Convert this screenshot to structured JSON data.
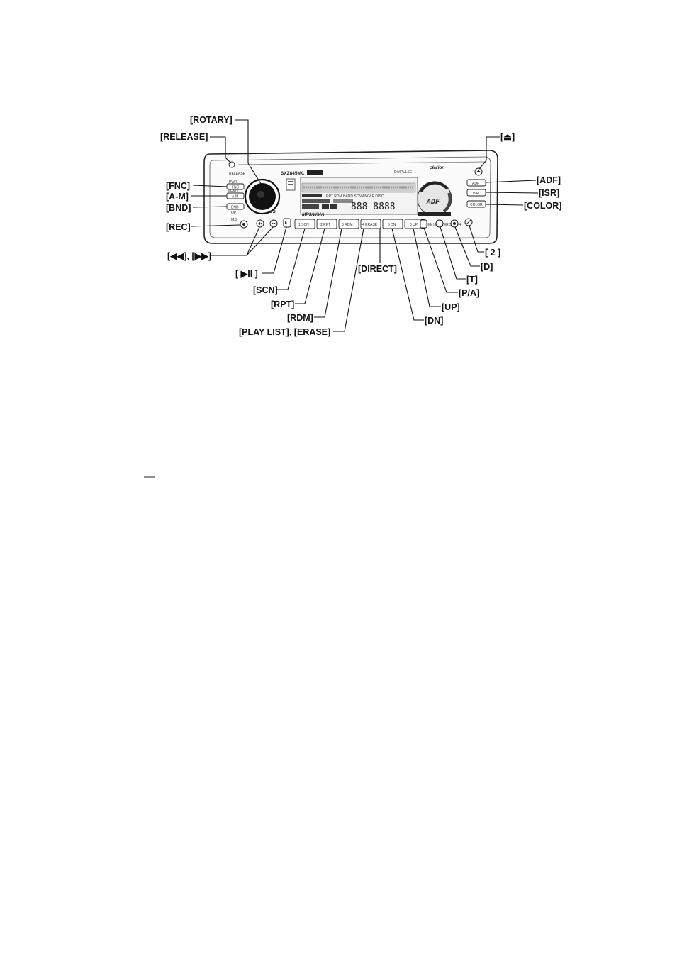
{
  "callouts": {
    "rotary": "[ROTARY]",
    "release": "[RELEASE]",
    "eject": "[⏏]",
    "fnc": "[FNC]",
    "am": "[A-M]",
    "bnd": "[BND]",
    "rec": "[REC]",
    "seek": "[◀◀], [▶▶]",
    "play_pause": "[ ▶II ]",
    "scn": "[SCN]",
    "rpt": "[RPT]",
    "rdm": "[RDM]",
    "playlist": "[PLAY LIST], [ERASE]",
    "direct": "[DIRECT]",
    "dn": "[DN]",
    "up": "[UP]",
    "pa": "[P/A]",
    "t": "[T]",
    "d": "[D]",
    "ch": "[ 2 ]",
    "adf": "[ADF]",
    "isr": "[ISR]",
    "color": "[COLOR]"
  },
  "panel": {
    "model": "SXZ845MC",
    "brand": "clarion",
    "brand_tag": "DiMPULSE",
    "sirius": "SIRIUS",
    "mp3": "MP3/WMA",
    "power": "HIGH POWER 50W×4",
    "btn_fnc": "FNC",
    "btn_am": "A-M",
    "btn_bnd": "BND",
    "btn_adf": "ADF",
    "btn_isr": "ISR",
    "btn_color": "COLOR",
    "presets": [
      "1 SCN",
      "2 RPT",
      "3 RDM",
      "4 ERASE",
      "5 DN",
      "6 UP"
    ],
    "lcd_main": "888  8888",
    "lcd_adf": "ADF"
  }
}
